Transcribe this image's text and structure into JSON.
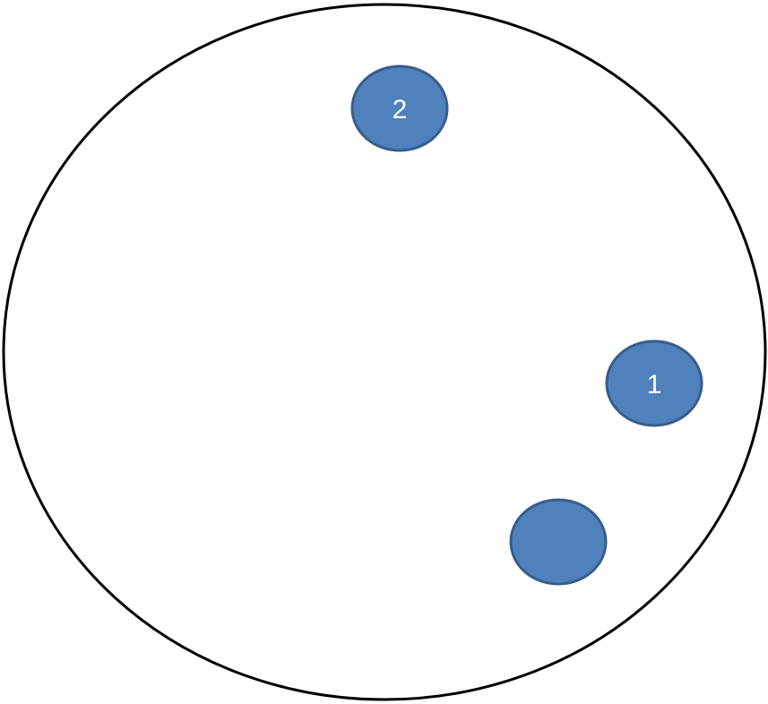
{
  "diagram": {
    "outer": {
      "name": "outer-circle",
      "stroke": "#000000",
      "fill": "#ffffff"
    },
    "nodes": [
      {
        "id": "node-2",
        "label": "2"
      },
      {
        "id": "node-1",
        "label": "1"
      },
      {
        "id": "node-unlabeled",
        "label": ""
      }
    ],
    "colors": {
      "node_fill": "#4F81BD",
      "node_stroke": "#385D8A",
      "label": "#FFFFFF"
    }
  }
}
